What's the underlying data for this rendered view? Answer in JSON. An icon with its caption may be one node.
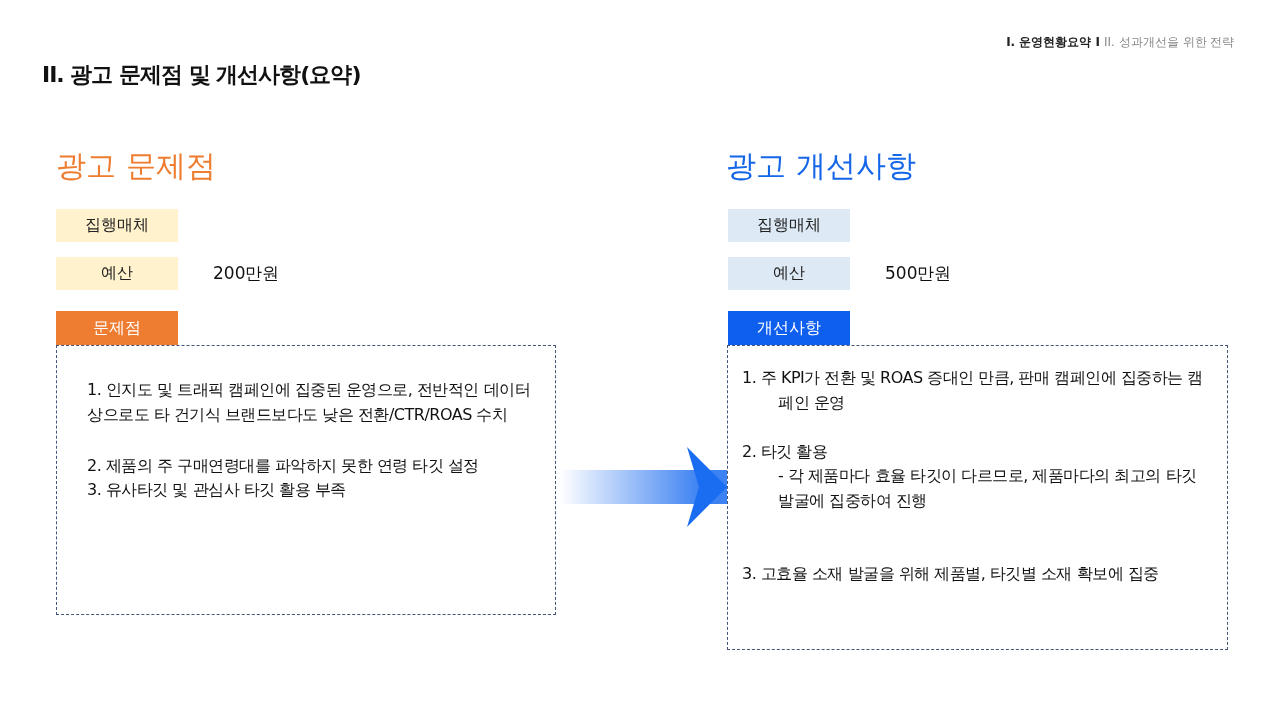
{
  "diagram": {
    "title": "II. 광고 문제점 및 개선사항(요약)",
    "nodes": [
      {
        "text": [
          "집행매체"
        ]
      },
      {
        "text": [
          "예산"
        ],
        "beside": [
          "200만원"
        ]
      },
      {
        "text": [
          "문제점"
        ]
      },
      {
        "text": [
          "1. 인지도 및 트래픽 캠페인에 집중된 운영으로, 전반적인 데이터 상으로도 타 건기식 브랜드보다도 낮은 전환/CTR/ROAS 수치",
          "2. 제품의 주 구매연령대를 파악하지 못한 연령 타깃 설정",
          "3. 유사타깃 및 관심사 타깃 활용 부족"
        ]
      },
      {
        "text": [
          "집행매체"
        ]
      },
      {
        "text": [
          "예산"
        ],
        "beside": [
          "500만원"
        ]
      },
      {
        "text": [
          "개선사항"
        ]
      },
      {
        "text": [
          "1. 주 KPI가 전환 및 ROAS 증대인 만큼, 판매 캠페인에 집중하는 캠페인 운영",
          "2. 타깃 활용",
          "- 각 제품마다 효율 타깃이 다르므로, 제품마다의 최고의 타깃 발굴에 집중하여 진행",
          "3. 고효율 소재 발굴을 위해 제품별, 타깃별 소재 확보에 집중"
        ]
      }
    ],
    "edges": [
      {
        "from": 3,
        "to": 7,
        "arrow": "to",
        "style": "thick"
      }
    ],
    "labels": [
      "I. 운영현황요약 I",
      "II. 성과개선을 위한 전략",
      "광고 문제점",
      "광고 개선사항"
    ]
  }
}
